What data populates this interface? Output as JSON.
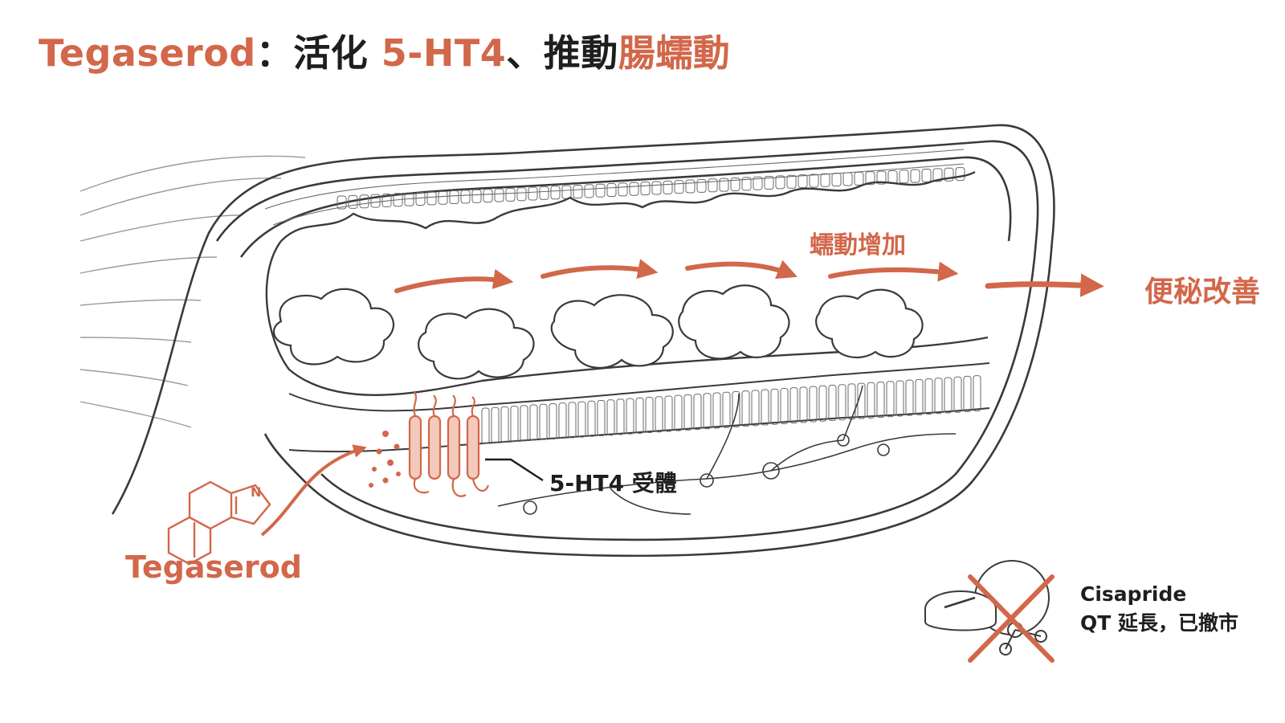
{
  "colors": {
    "accent": "#d2674a",
    "ink": "#1e1e1e",
    "line": "#3a3a3a",
    "fill": "#ffffff"
  },
  "title": {
    "part1": "Tegaserod",
    "part2": "：活化 ",
    "part3": "5-HT4",
    "part4": "、推動",
    "part5": "腸蠕動"
  },
  "labels": {
    "peristalsis": "蠕動增加",
    "result": "便秘改善",
    "receptor": "5-HT4 受體",
    "drug": "Tegaserod",
    "molecule_atom": "N"
  },
  "note": {
    "drug": "Cisapride",
    "status": "QT 延長，已撤市"
  },
  "icons": [
    "colon-illustration",
    "peristalsis-arrow-icon",
    "stool-icon",
    "receptor-icon",
    "molecule-icon",
    "neuron-icon",
    "pill-icon",
    "cross-mark-icon"
  ]
}
